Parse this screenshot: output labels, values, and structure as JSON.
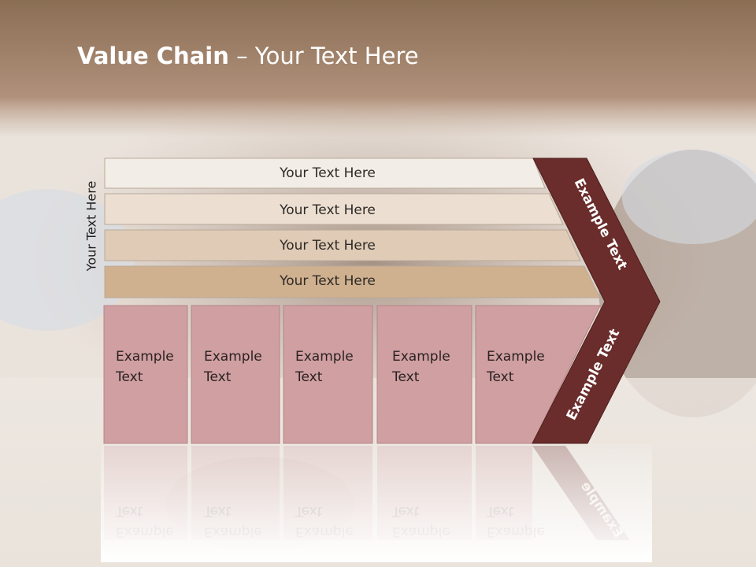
{
  "slide": {
    "title_bold": "Value Chain",
    "title_rest": " – Your Text Here",
    "side_label": "Your Text Here",
    "bars": [
      "Your Text Here",
      "Your Text Here",
      "Your Text Here",
      "Your Text Here"
    ],
    "boxes": [
      [
        "Example",
        "Text"
      ],
      [
        "Example",
        "Text"
      ],
      [
        "Example",
        "Text"
      ],
      [
        "Example",
        "Text"
      ],
      [
        "Example",
        "Text"
      ]
    ],
    "arrow_upper": "Example Text",
    "arrow_lower": "Example Text",
    "colors": {
      "banner": "#a98468",
      "bar_1": "#f3ede7",
      "bar_2": "#ecdfd2",
      "bar_3": "#dfcbb6",
      "bar_4": "#cfb08f",
      "box_fill": "#d09fa1",
      "arrow": "#6a2d2b"
    }
  }
}
